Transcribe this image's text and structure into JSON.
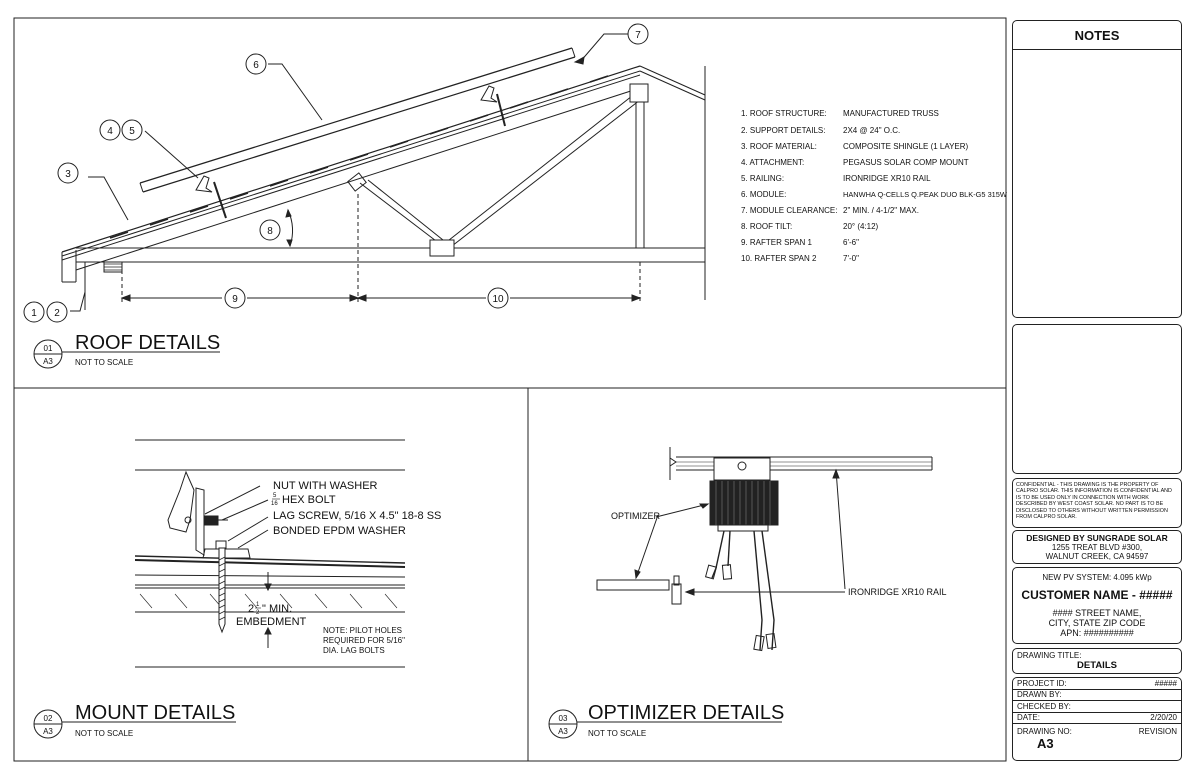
{
  "roof": {
    "title": "ROOF DETAILS",
    "detail_no": "01",
    "sheet_ref": "A3",
    "scale_note": "NOT TO SCALE",
    "callouts": [
      "1",
      "2",
      "3",
      "4",
      "5",
      "6",
      "7",
      "8",
      "9",
      "10"
    ],
    "specs": [
      {
        "label": "1. ROOF STRUCTURE:",
        "value": "MANUFACTURED TRUSS"
      },
      {
        "label": "2. SUPPORT DETAILS:",
        "value": "2X4 @ 24\" O.C."
      },
      {
        "label": "3. ROOF MATERIAL:",
        "value": "COMPOSITE SHINGLE (1 LAYER)"
      },
      {
        "label": "4. ATTACHMENT:",
        "value": "PEGASUS SOLAR COMP MOUNT"
      },
      {
        "label": "5. RAILING:",
        "value": "IRONRIDGE XR10 RAIL"
      },
      {
        "label": "6. MODULE:",
        "value": "HANWHA Q-CELLS Q.PEAK DUO BLK-G5  315W"
      },
      {
        "label": "7. MODULE CLEARANCE:",
        "value": "2\" MIN. / 4-1/2\" MAX."
      },
      {
        "label": "8. ROOF TILT:",
        "value": "20° (4:12)"
      },
      {
        "label": "9. RAFTER SPAN 1",
        "value": "6'-6\""
      },
      {
        "label": "10. RAFTER SPAN 2",
        "value": "7'-0\""
      }
    ]
  },
  "mount": {
    "title": "MOUNT DETAILS",
    "detail_no": "02",
    "sheet_ref": "A3",
    "scale_note": "NOT TO SCALE",
    "labels": {
      "nut": "NUT WITH WASHER",
      "frac_num": "5",
      "frac_den": "16",
      "hex": "HEX BOLT",
      "lag": "LAG SCREW, 5/16 X 4.5\" 18-8 SS",
      "epdm": "BONDED EPDM WASHER",
      "emb_whole": "2",
      "emb_num": "1",
      "emb_den": "2",
      "emb_min": "\" MIN.",
      "emb_word": "EMBEDMENT",
      "note1": "NOTE: PILOT HOLES",
      "note2": "REQUIRED FOR 5/16\"",
      "note3": "DIA. LAG BOLTS"
    }
  },
  "optimizer": {
    "title": "OPTIMIZER DETAILS",
    "detail_no": "03",
    "sheet_ref": "A3",
    "scale_note": "NOT TO SCALE",
    "labels": {
      "optimizer": "OPTIMIZER",
      "rail": "IRONRIDGE XR10 RAIL"
    }
  },
  "title_block": {
    "notes_header": "NOTES",
    "confidential": "CONFIDENTIAL - THIS DRAWING IS THE PROPERTY OF CALPRO SOLAR. THIS INFORMATION IS CONFIDENTIAL AND IS TO BE USED ONLY IN CONNECTION WITH WORK DESCRIBED BY WEST COAST SOLAR. NO PART IS TO BE DISCLOSED TO OTHERS WITHOUT WRITTEN PERMISSION FROM CALPRO SOLAR.",
    "designer": "DESIGNED BY SUNGRADE SOLAR",
    "designer_addr1": "1255 TREAT BLVD #300,",
    "designer_addr2": "WALNUT CREEK, CA 94597",
    "system": "NEW PV SYSTEM: 4.095 kWp",
    "customer": "CUSTOMER NAME - #####",
    "street": "#### STREET NAME,",
    "city": "CITY, STATE ZIP CODE",
    "apn": "APN: ##########",
    "drawing_title_label": "DRAWING TITLE:",
    "drawing_title": "DETAILS",
    "project_id_label": "PROJECT ID:",
    "project_id": "#####",
    "drawn_by_label": "DRAWN BY:",
    "checked_by_label": "CHECKED BY:",
    "date_label": "DATE:",
    "date": "2/20/20",
    "drawing_no_label": "DRAWING NO:",
    "drawing_no": "A3",
    "revision_label": "REVISION"
  }
}
